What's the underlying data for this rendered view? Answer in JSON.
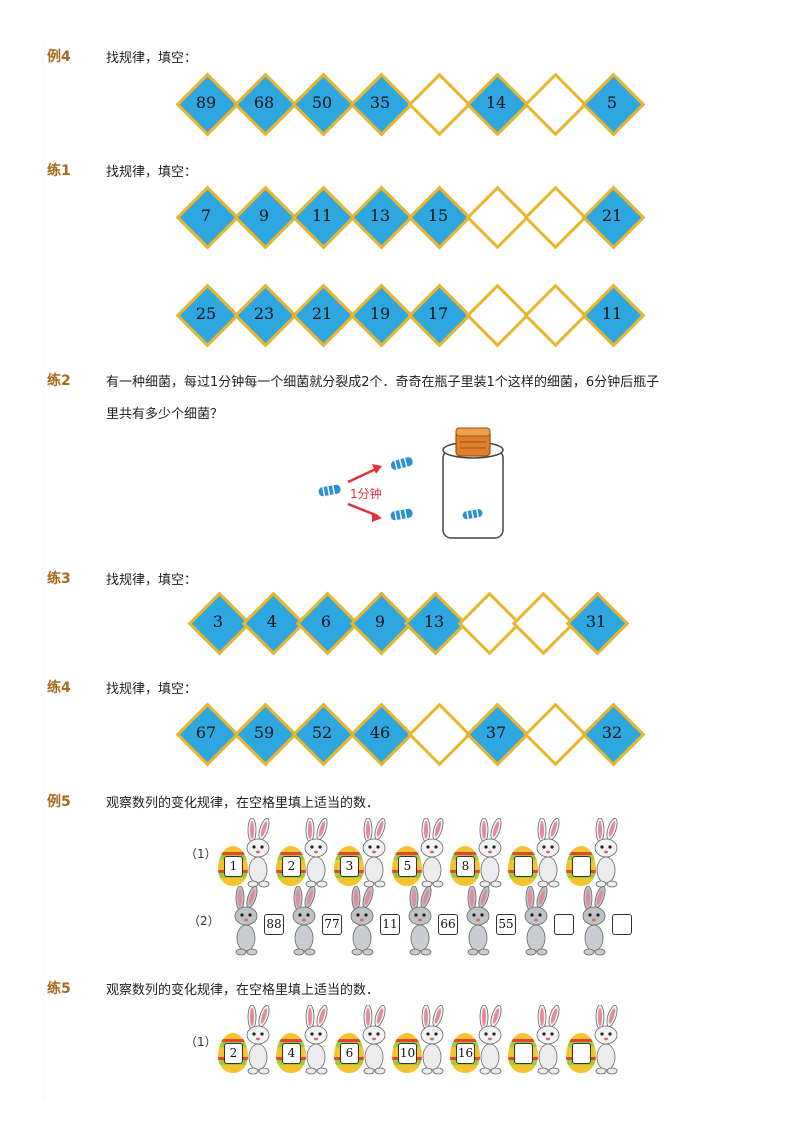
{
  "sections": [
    {
      "tag": "例4",
      "prompt": "找规律，填空：",
      "rows": [
        [
          "89",
          "68",
          "50",
          "35",
          "",
          "14",
          "",
          "5"
        ]
      ]
    },
    {
      "tag": "练1",
      "prompt": "找规律，填空：",
      "rows": [
        [
          "7",
          "9",
          "11",
          "13",
          "15",
          "",
          "",
          "21"
        ],
        [
          "25",
          "23",
          "21",
          "19",
          "17",
          "",
          "",
          "11"
        ]
      ]
    },
    {
      "tag": "练2",
      "prompt_line1": "有一种细菌，每过1分钟每一个细菌就分裂成2个．奇奇在瓶子里装1个这样的细菌，6分钟后瓶子",
      "prompt_line2": "里共有多少个细菌？",
      "figure_label": "1分钟"
    },
    {
      "tag": "练3",
      "prompt": "找规律，填空：",
      "rows": [
        [
          "3",
          "4",
          "6",
          "9",
          "13",
          "",
          "",
          "31"
        ]
      ]
    },
    {
      "tag": "练4",
      "prompt": "找规律，填空：",
      "rows": [
        [
          "67",
          "59",
          "52",
          "46",
          "",
          "37",
          "",
          "32"
        ]
      ]
    },
    {
      "tag": "例5",
      "prompt": "观察数列的变化规律，在空格里填上适当的数．",
      "sub1_label": "（1）",
      "sub1": [
        "1",
        "2",
        "3",
        "5",
        "8",
        "",
        ""
      ],
      "sub2_label": "（2）",
      "sub2": [
        "88",
        "77",
        "11",
        "66",
        "55",
        "",
        ""
      ]
    },
    {
      "tag": "练5",
      "prompt": "观察数列的变化规律，在空格里填上适当的数．",
      "sub1_label": "（1）",
      "sub1": [
        "2",
        "4",
        "6",
        "10",
        "16",
        "",
        ""
      ]
    }
  ],
  "colors": {
    "tag": "#a8691c",
    "diamond_fill": "#2ea6e0",
    "diamond_border": "#eab52a",
    "arrow": "#e2303c",
    "bacteria": "#2a8fd4"
  }
}
